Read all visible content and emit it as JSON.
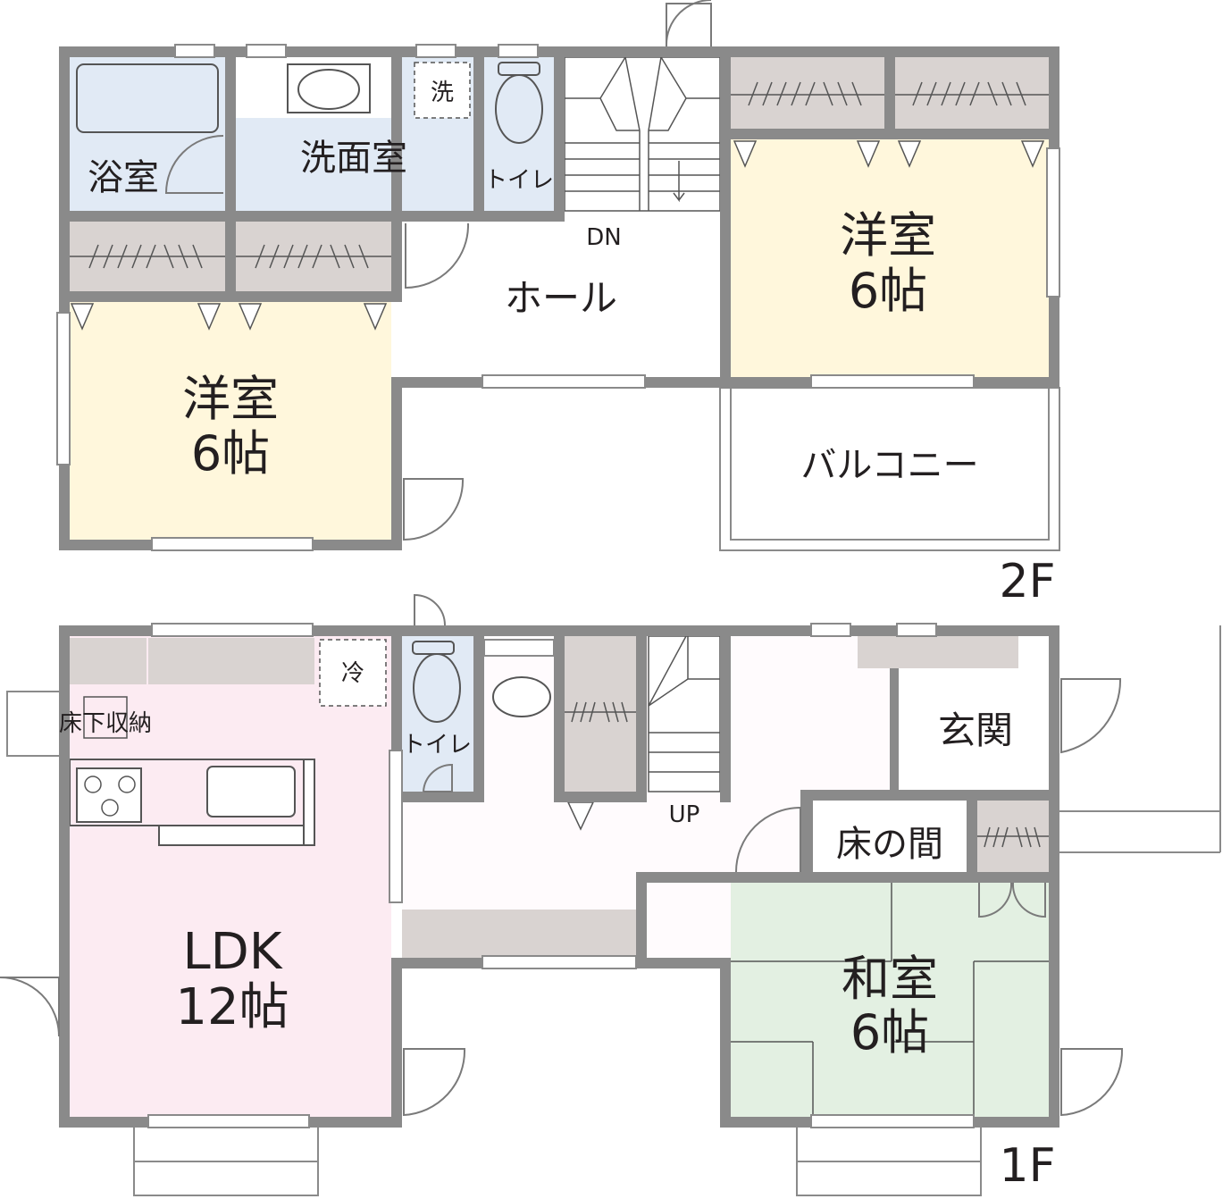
{
  "floors": {
    "second": {
      "label": "2F",
      "rooms": {
        "bath": "浴室",
        "washroom": "洗面室",
        "washer": "洗",
        "toilet": "トイレ",
        "stair_dir": "DN",
        "hall": "ホール",
        "west_room_name": "洋室",
        "west_room_size": "6帖",
        "east_room_name": "洋室",
        "east_room_size": "6帖",
        "balcony": "バルコニー"
      }
    },
    "first": {
      "label": "1F",
      "rooms": {
        "underfloor_storage": "床下収納",
        "fridge": "冷",
        "toilet": "トイレ",
        "stair_dir": "UP",
        "entrance": "玄関",
        "alcove": "床の間",
        "ldk_name": "LDK",
        "ldk_size": "12帖",
        "japanese_room_name": "和室",
        "japanese_room_size": "6帖"
      }
    }
  },
  "colors": {
    "wall": "#8a8a8a",
    "bath_blue": "#e1eaf5",
    "bedroom_yellow": "#fff7dc",
    "ldk_pink": "#fcebf2",
    "japanese_green": "#e3f0e2",
    "storage_gray": "#d9d3d1",
    "hall_floor": "#fffbfd",
    "text": "#231f20"
  }
}
